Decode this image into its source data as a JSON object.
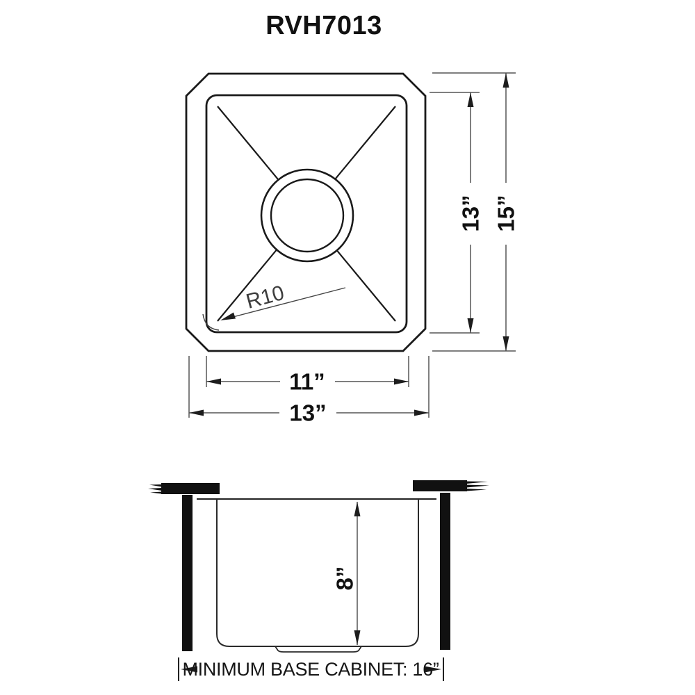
{
  "title": "RVH7013",
  "colors": {
    "background": "#ffffff",
    "drawing_line": "#1a1a1a",
    "dimension_line": "#555555",
    "text": "#111111"
  },
  "top_view": {
    "inner_width_label": "11”",
    "outer_width_label": "13”",
    "inner_height_label": "13”",
    "outer_height_label": "15”",
    "corner_radius_label": "R10"
  },
  "side_view": {
    "depth_label": "8”",
    "base_cabinet_note": "MINIMUM BASE CABINET: 16”"
  }
}
